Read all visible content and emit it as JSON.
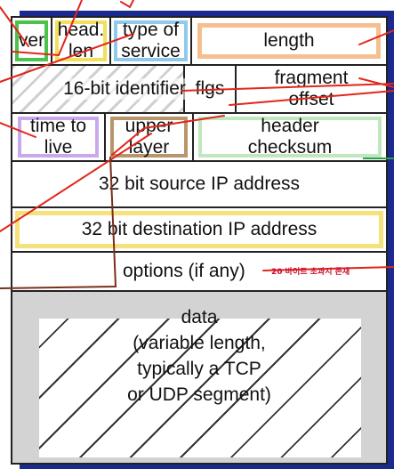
{
  "fields": {
    "ver": "ver",
    "head_len": "head.\nlen",
    "type_of_service": "type of\nservice",
    "length": "length",
    "identifier": "16-bit identifier",
    "flags": "flgs",
    "fragment_offset": "fragment\noffset",
    "ttl": "time to\nlive",
    "upper_layer": "upper\nlayer",
    "header_checksum": "header\nchecksum",
    "source_ip": "32 bit source IP address",
    "destination_ip": "32 bit destination IP address",
    "options": "options (if any)",
    "data": "data\n(variable length,\ntypically a TCP\nor UDP segment)"
  },
  "annotation": "20 바이트 초과시 존재",
  "colors": {
    "frame": "#1b2a8f",
    "ink": "#e1261c",
    "ver_box": "#4bc34b",
    "head_len_box": "#f2e05a",
    "tos_box": "#8fc9ec",
    "length_box": "#f6bf8f",
    "ttl_box": "#c9a9ec",
    "upper_box": "#b8956a",
    "checksum_box": "#bfe8bf",
    "dest_box": "#f5e27a",
    "data_bg": "#d3d3d3"
  }
}
